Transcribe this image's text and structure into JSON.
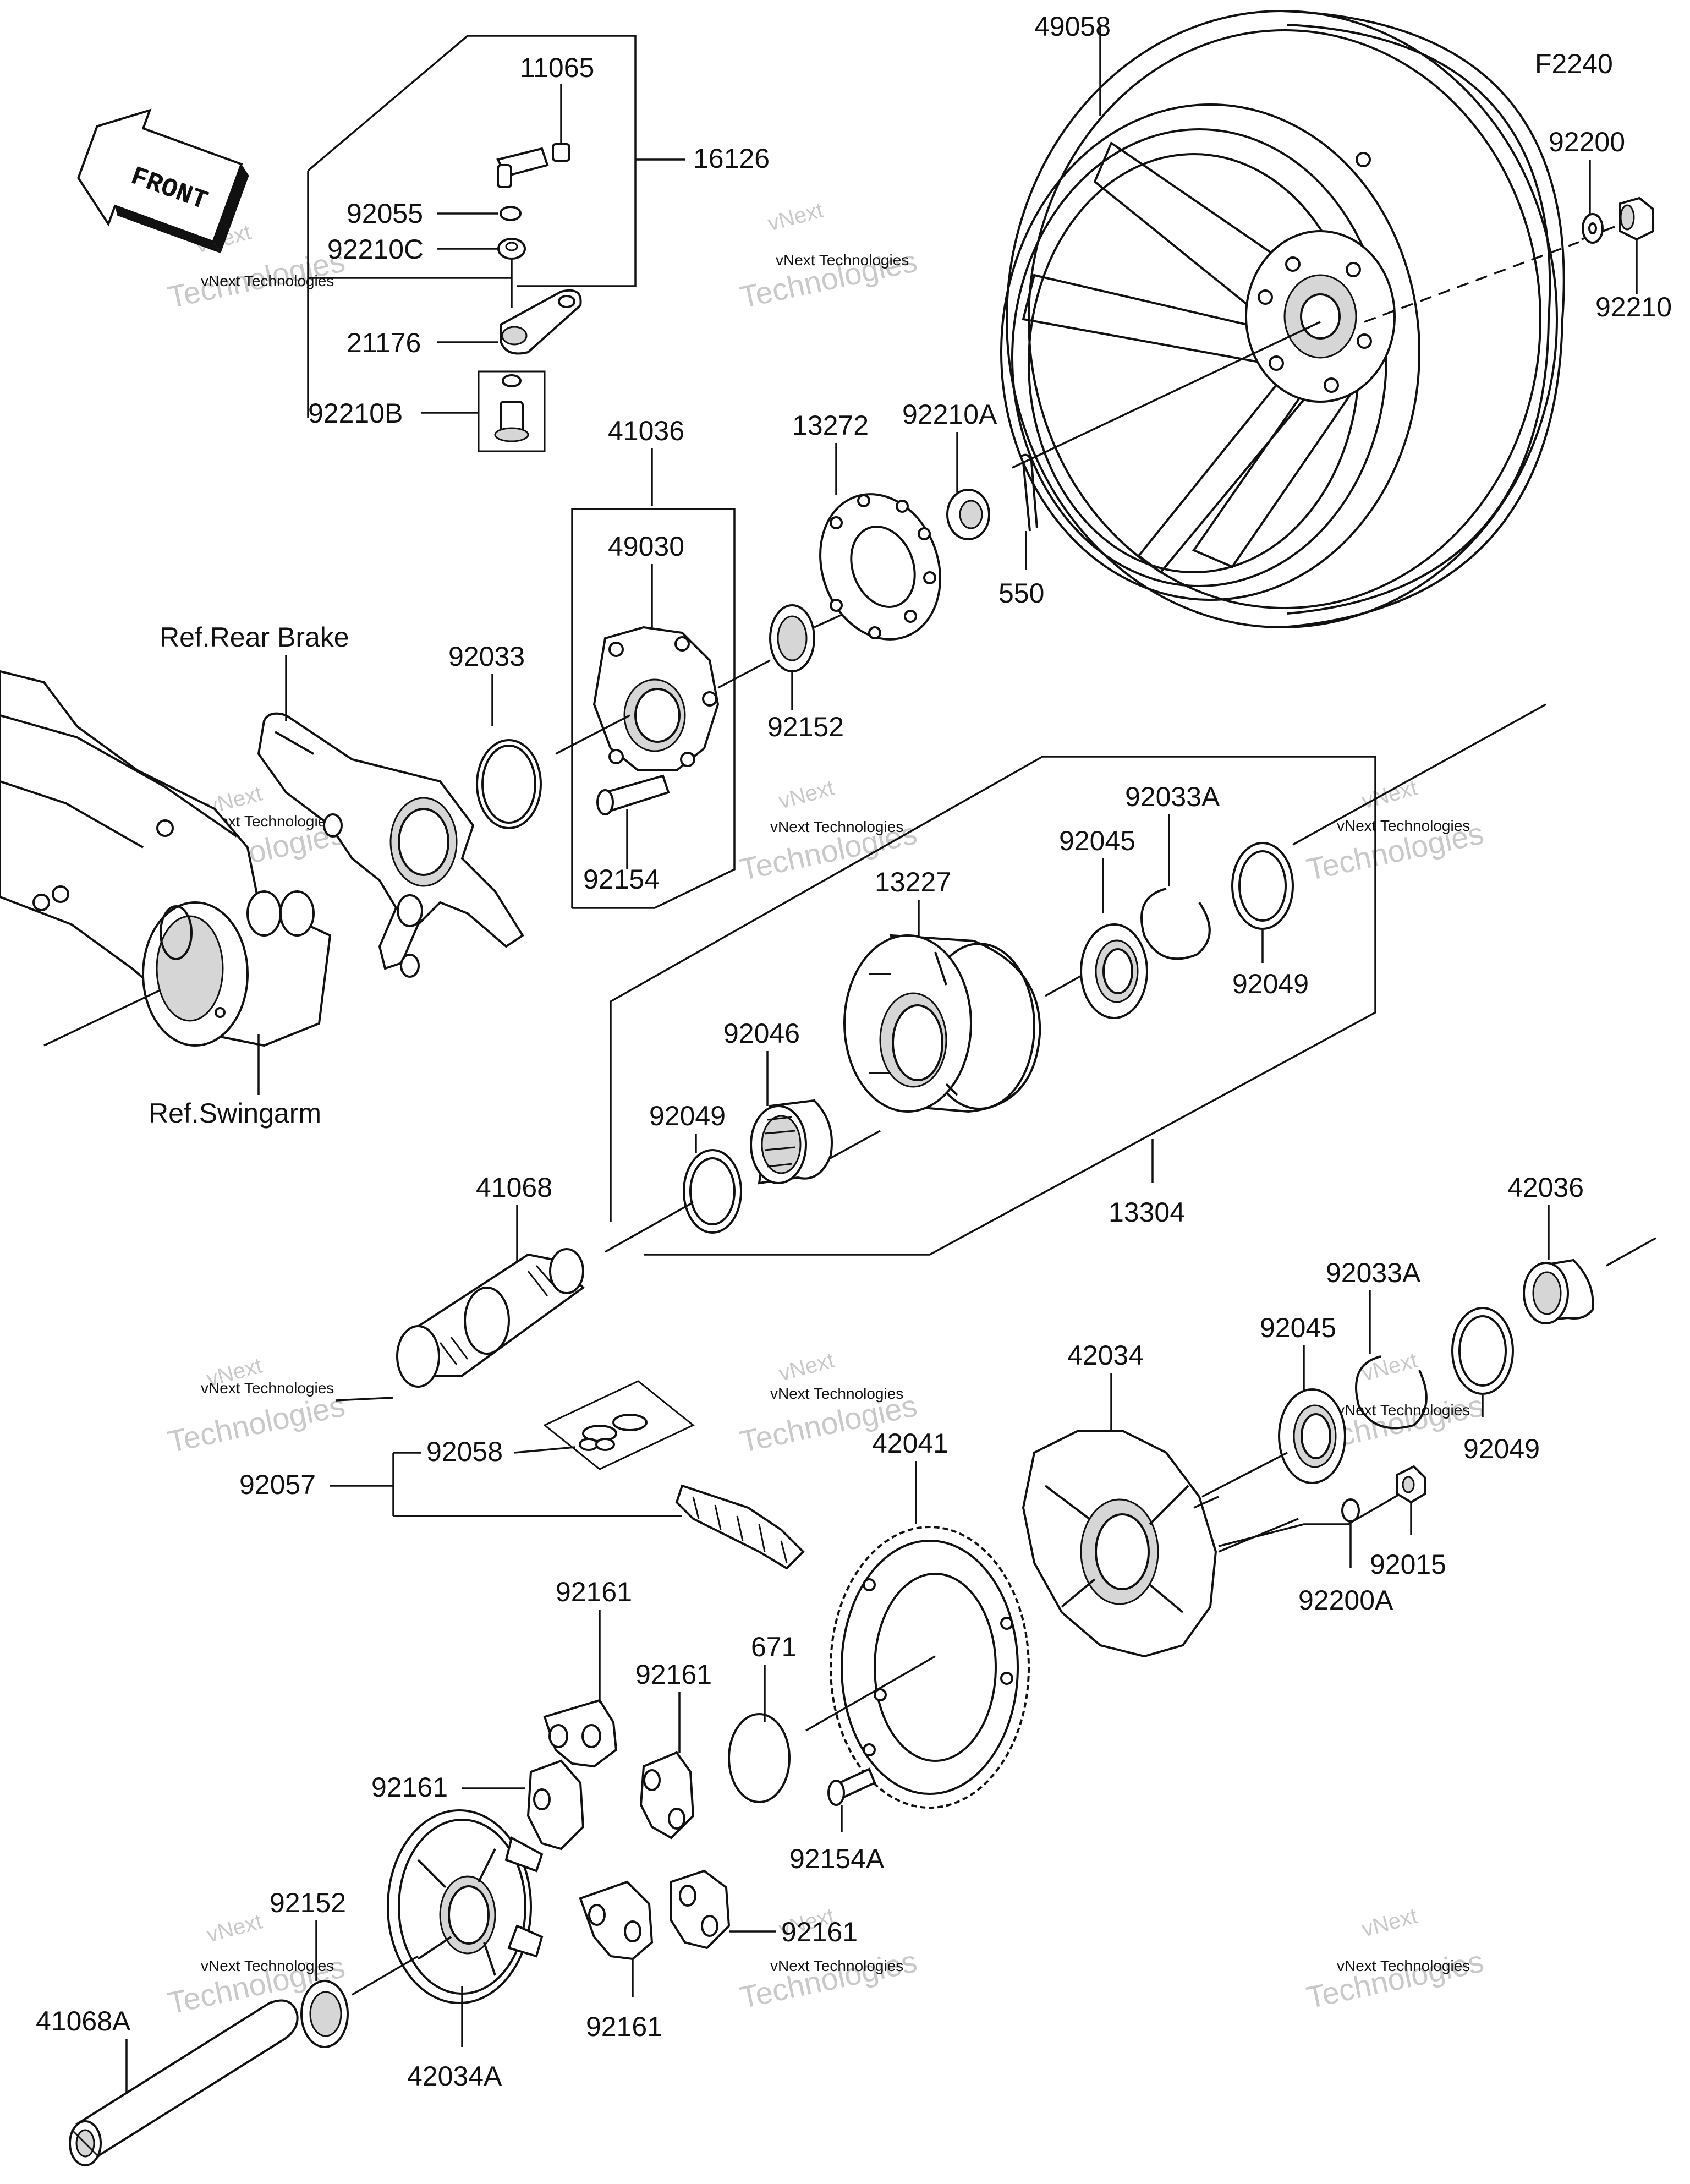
{
  "figure_code": "F2240",
  "front_label": "FRONT",
  "refs": {
    "rear_brake": "Ref.Rear Brake",
    "swingarm": "Ref.Swingarm"
  },
  "watermark": {
    "line1": "vNext",
    "line2": "Technologies",
    "caption": "vNext Technologies"
  },
  "parts": {
    "p49058": "49058",
    "p92200": "92200",
    "p92210": "92210",
    "p11065": "11065",
    "p16126": "16126",
    "p92055": "92055",
    "p92210C": "92210C",
    "p21176": "21176",
    "p92210B": "92210B",
    "p41036": "41036",
    "p49030": "49030",
    "p13272": "13272",
    "p92210A": "92210A",
    "p550": "550",
    "p92033": "92033",
    "p92152": "92152",
    "p92154": "92154",
    "p92033A": "92033A",
    "p92045": "92045",
    "p13227": "13227",
    "p92049": "92049",
    "p92046": "92046",
    "p92049b": "92049",
    "p13304": "13304",
    "p41068": "41068",
    "p42036": "42036",
    "p92033A2": "92033A",
    "p92045b": "92045",
    "p42034": "42034",
    "p92049c": "92049",
    "p92058": "92058",
    "p92057": "92057",
    "p42041": "42041",
    "p92015": "92015",
    "p92200A": "92200A",
    "p92161a": "92161",
    "p92161b": "92161",
    "p671": "671",
    "p92161c": "92161",
    "p92154A": "92154A",
    "p92152b": "92152",
    "p92161d": "92161",
    "p41068A": "41068A",
    "p42034A": "42034A",
    "p92161e": "92161"
  }
}
